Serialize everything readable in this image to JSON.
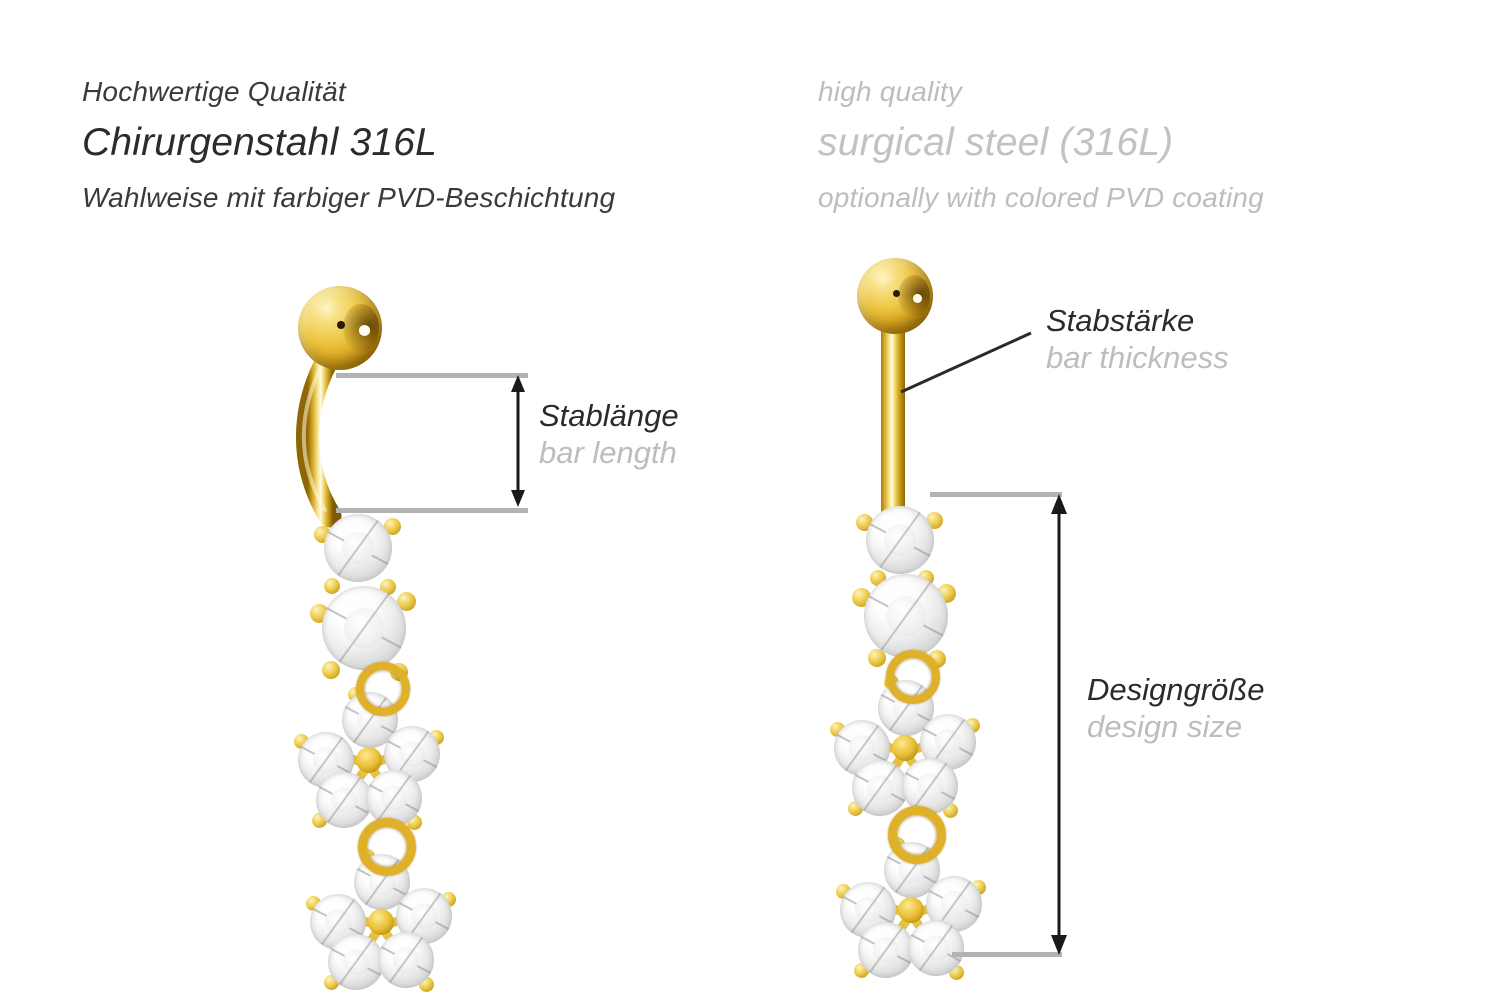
{
  "document": {
    "kind": "product-info-diagram",
    "subject": "belly button piercing with crystal flower pendant"
  },
  "header": {
    "german": {
      "line1": "Hochwertige Qualität",
      "line2": "Chirurgenstahl 316L",
      "line3": "Wahlweise mit farbiger PVD-Beschichtung"
    },
    "english": {
      "line1": "high quality",
      "line2": "surgical steel (316L)",
      "line3": "optionally with colored PVD coating"
    }
  },
  "callouts": {
    "bar_length": {
      "german": "Stablänge",
      "english": "bar length"
    },
    "bar_thickness": {
      "german": "Stabstärke",
      "english": "bar thickness"
    },
    "design_size": {
      "german": "Designgröße",
      "english": "design size"
    }
  },
  "colors": {
    "gold_light": "#f7e083",
    "gold_mid": "#edc53f",
    "gold_dark": "#a87608",
    "crystal": "#ffffff",
    "text_dark": "#2b2b2b",
    "text_gray": "#bdbdbd",
    "guide_gray": "#b3b3b3",
    "arrow_black": "#1a1a1a"
  },
  "products": [
    {
      "id": "left-piercing",
      "bar_style": "curved banana bar",
      "ball_label": "top gold ball",
      "stones": 13,
      "flowers": 2,
      "solitaires": 2
    },
    {
      "id": "right-piercing",
      "bar_style": "straight bar",
      "ball_label": "top gold ball",
      "stones": 13,
      "flowers": 2,
      "solitaires": 2
    }
  ]
}
